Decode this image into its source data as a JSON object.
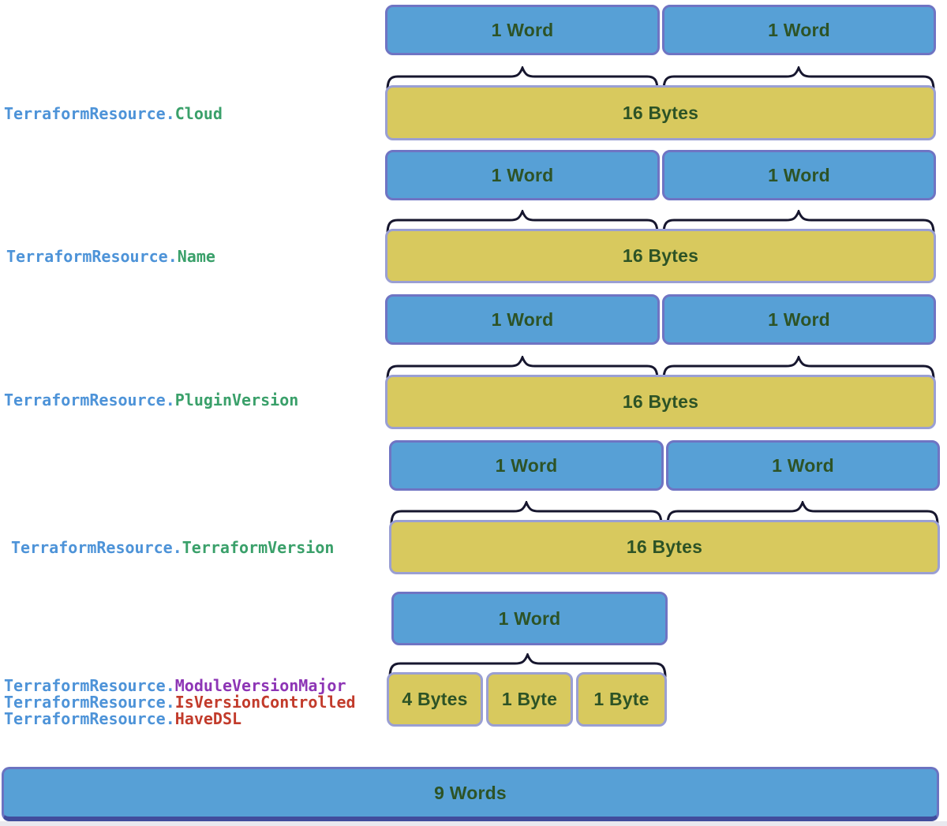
{
  "diagram": {
    "rows": [
      {
        "label": {
          "prefix": "TerraformResource.",
          "name": "Cloud"
        },
        "words": [
          "1 Word",
          "1 Word"
        ],
        "bytes": [
          "16 Bytes"
        ]
      },
      {
        "label": {
          "prefix": "TerraformResource.",
          "name": "Name"
        },
        "words": [
          "1 Word",
          "1 Word"
        ],
        "bytes": [
          "16 Bytes"
        ]
      },
      {
        "label": {
          "prefix": "TerraformResource.",
          "name": "PluginVersion"
        },
        "words": [
          "1 Word",
          "1 Word"
        ],
        "bytes": [
          "16 Bytes"
        ]
      },
      {
        "label": {
          "prefix": "TerraformResource.",
          "name": "TerraformVersion"
        },
        "words": [
          "1 Word",
          "1 Word"
        ],
        "bytes": [
          "16 Bytes"
        ]
      },
      {
        "labels": [
          {
            "prefix": "TerraformResource.",
            "name": "ModuleVersionMajor"
          },
          {
            "prefix": "TerraformResource.",
            "name": "IsVersionControlled"
          },
          {
            "prefix": "TerraformResource.",
            "name": "HaveDSL"
          }
        ],
        "words": [
          "1 Word"
        ],
        "bytes": [
          "4 Bytes",
          "1 Byte",
          "1 Byte"
        ]
      }
    ],
    "total": {
      "label": "9 Words"
    }
  },
  "colors": {
    "word_box_fill": "#57a0d6",
    "word_box_border": "#6f74c3",
    "byte_box_fill": "#d8c95e",
    "byte_box_border": "#9a9fd3",
    "box_text": "#2d5326",
    "label_prefix_blue": "#4d93d8",
    "label_name_green": "#3aa06a",
    "label_name_purple": "#8d35b5",
    "label_name_red": "#c23b2b",
    "brace_stroke": "#16162e"
  }
}
